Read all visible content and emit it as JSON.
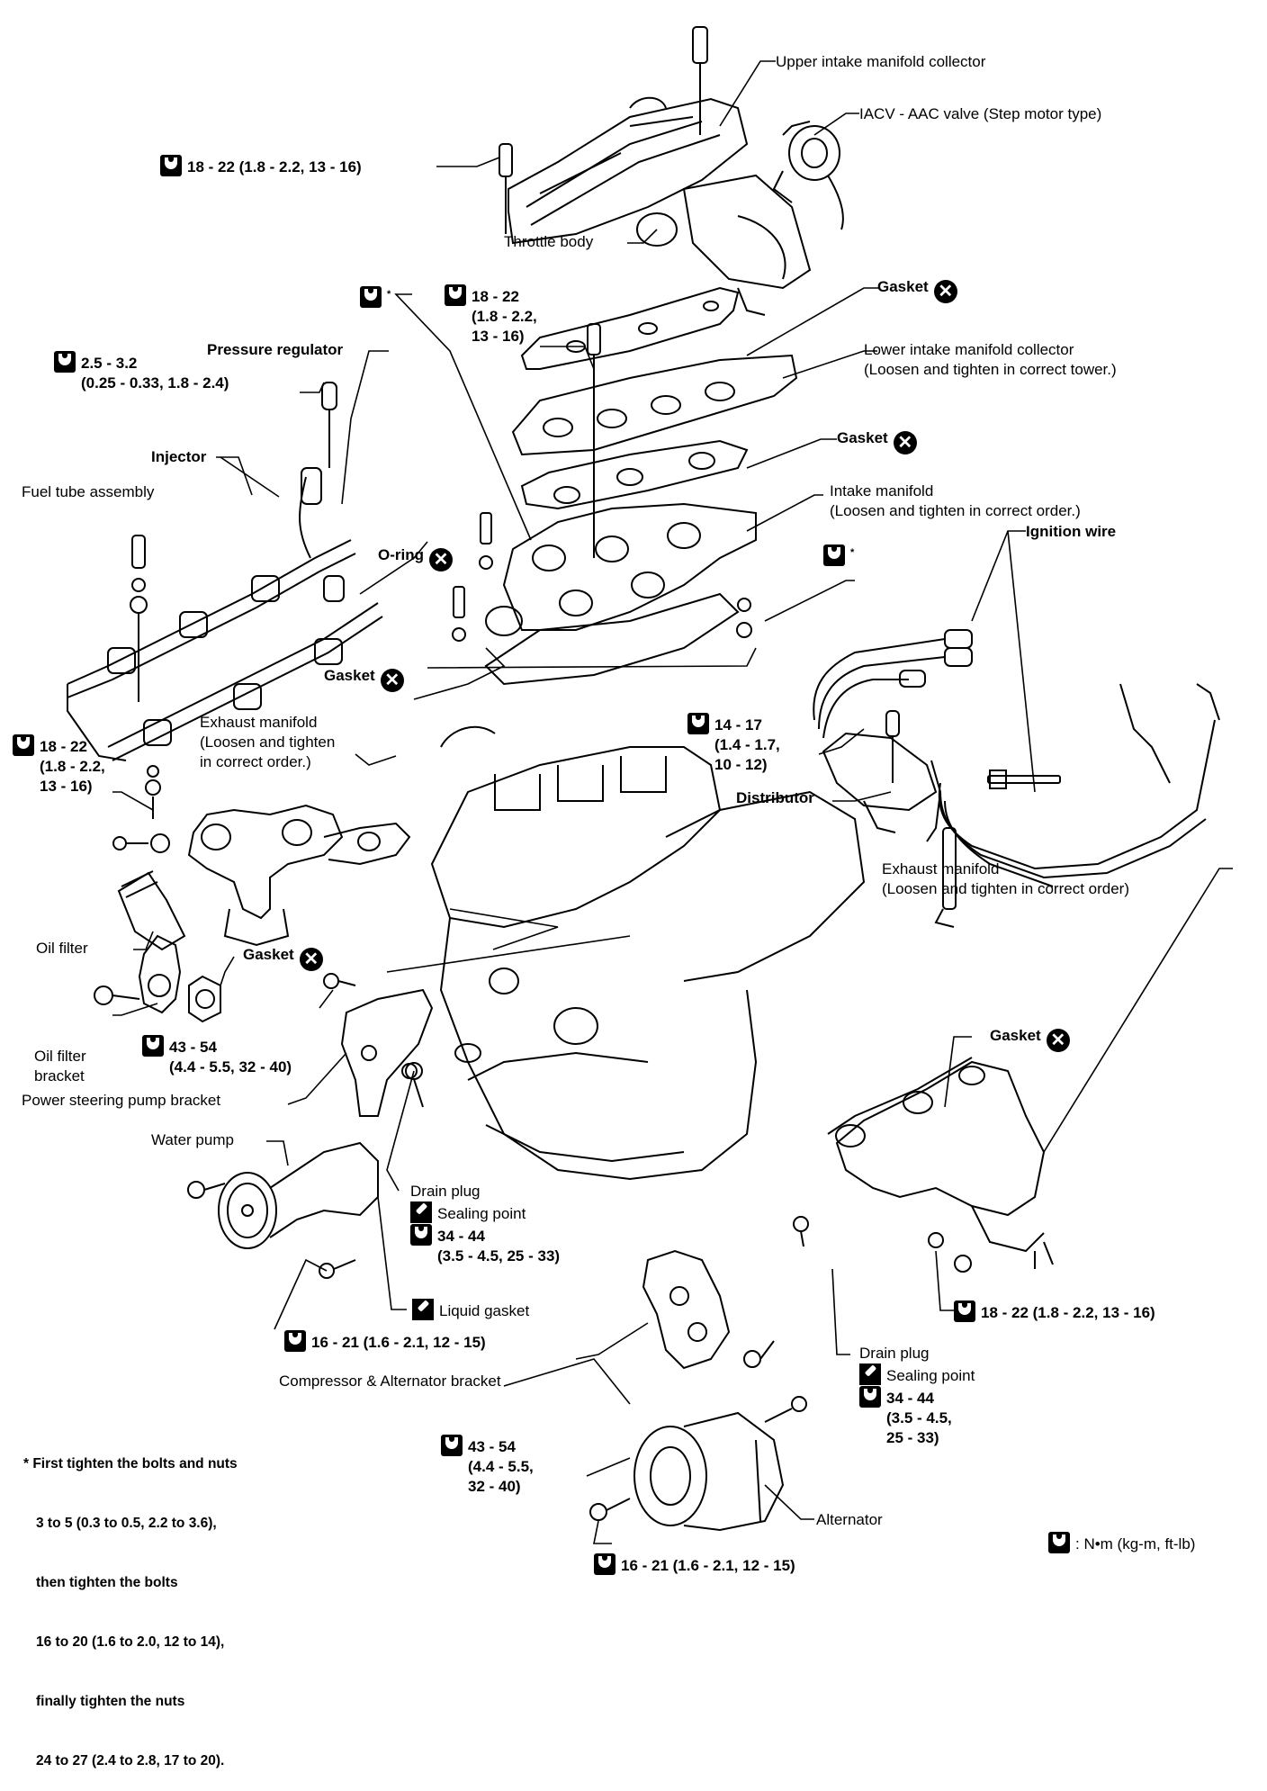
{
  "diagram": {
    "type": "exploded-view engine assembly",
    "ink_color": "#000000",
    "background_color": "#ffffff"
  },
  "icons": {
    "torque": "wrench-torque-icon",
    "replace": "do-not-reuse-x-icon",
    "sealant": "sealant-tube-icon"
  },
  "labels": {
    "upper_intake": "Upper intake manifold collector",
    "iacv": "IACV - AAC valve (Step motor type)",
    "torque_upper": "18 - 22 (1.8 - 2.2, 13 - 16)",
    "throttle_body": "Throttle body",
    "gasket_1": "Gasket",
    "star_torque": "*",
    "torque_collector_l1": "18 - 22",
    "torque_collector_l2": "(1.8 - 2.2,",
    "torque_collector_l3": "13 - 16)",
    "lower_intake_l1": "Lower intake manifold collector",
    "lower_intake_l2": "(Loosen and tighten in correct tower.)",
    "pressure_regulator": "Pressure regulator",
    "torque_regulator_l1": "2.5 - 3.2",
    "torque_regulator_l2": "(0.25 - 0.33, 1.8 - 2.4)",
    "gasket_2": "Gasket",
    "injector": "Injector",
    "intake_manifold_l1": "Intake manifold",
    "intake_manifold_l2": "(Loosen and tighten in correct order.)",
    "fuel_tube": "Fuel tube assembly",
    "ignition_wire": "Ignition wire",
    "o_ring": "O-ring",
    "star_torque_2": "*",
    "gasket_3": "Gasket",
    "exhaust_left_l1": "Exhaust manifold",
    "exhaust_left_l2": "(Loosen and tighten",
    "exhaust_left_l3": "in correct order.)",
    "torque_distributor_l1": "14 - 17",
    "torque_distributor_l2": "(1.4 - 1.7,",
    "torque_distributor_l3": "10 - 12)",
    "distributor": "Distributor",
    "torque_exhaust_left_l1": "18 - 22",
    "torque_exhaust_left_l2": "(1.8 - 2.2,",
    "torque_exhaust_left_l3": "13 - 16)",
    "exhaust_right_l1": "Exhaust manifold",
    "exhaust_right_l2": "(Loosen and tighten in correct order)",
    "oil_filter": "Oil filter",
    "gasket_4": "Gasket",
    "oil_filter_bracket_l1": "Oil filter",
    "oil_filter_bracket_l2": "bracket",
    "torque_oil_l1": "43 - 54",
    "torque_oil_l2": "(4.4 - 5.5, 32 - 40)",
    "ps_bracket": "Power steering pump bracket",
    "gasket_5": "Gasket",
    "water_pump": "Water pump",
    "drain_plug_1": "Drain plug",
    "sealing_point_1": "Sealing point",
    "torque_drain1_l1": "34 - 44",
    "torque_drain1_l2": "(3.5 - 4.5, 25 - 33)",
    "liquid_gasket": "Liquid gasket",
    "torque_wp": "16 - 21 (1.6 - 2.1, 12 - 15)",
    "torque_exhaust_right": "18 - 22 (1.8 - 2.2, 13 - 16)",
    "comp_alt_bracket": "Compressor & Alternator bracket",
    "drain_plug_2": "Drain plug",
    "sealing_point_2": "Sealing point",
    "torque_drain2_l1": "34 - 44",
    "torque_drain2_l2": "(3.5 - 4.5,",
    "torque_drain2_l3": "25 - 33)",
    "torque_bracket_l1": "43 - 54",
    "torque_bracket_l2": "(4.4 - 5.5,",
    "torque_bracket_l3": "32 - 40)",
    "alternator": "Alternator",
    "torque_alt": "16 - 21 (1.6 - 2.1, 12 - 15)",
    "units_legend": ": N•m (kg-m, ft-lb)",
    "replace_symbol": "✕"
  },
  "footnote": {
    "lines": [
      "* First tighten the bolts and nuts",
      "3 to 5 (0.3 to 0.5, 2.2 to 3.6),",
      "then tighten the bolts",
      "16 to 20 (1.6 to 2.0, 12 to 14),",
      "finally tighten the nuts",
      "24 to 27 (2.4 to 2.8, 17 to 20)."
    ]
  }
}
